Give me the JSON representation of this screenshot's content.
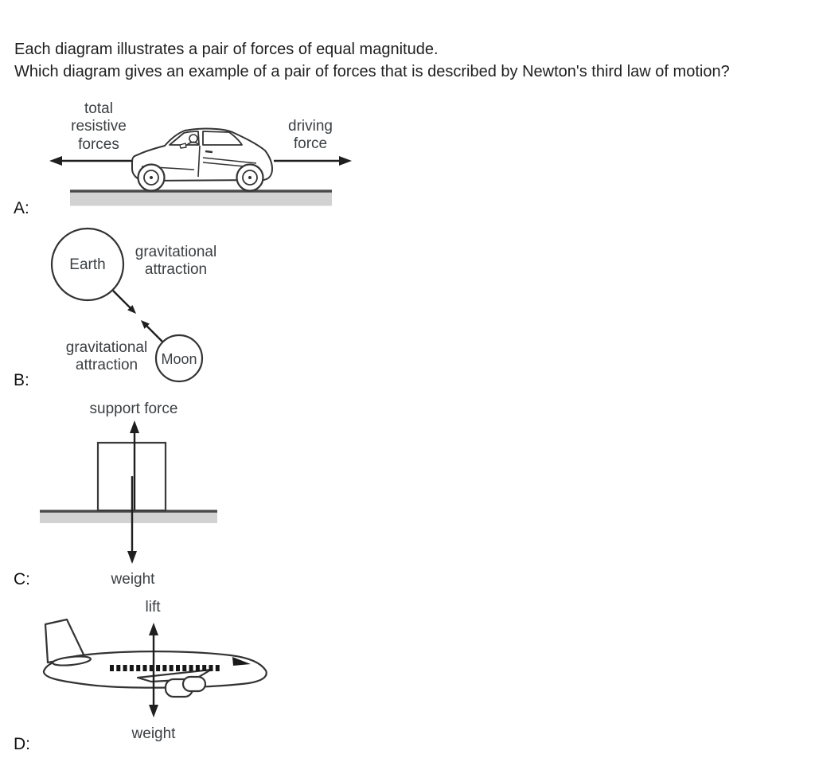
{
  "question": {
    "line1": "Each diagram illustrates a pair of forces of equal magnitude.",
    "line2": "Which diagram gives an example of a pair of forces that is described by Newton's third law of motion?"
  },
  "diagram_a": {
    "letter": "A:",
    "left_force_label": "total resistive forces",
    "right_force_label": "driving force"
  },
  "diagram_b": {
    "letter": "B:",
    "large_body_label": "Earth",
    "small_body_label": "Moon",
    "top_force_label": "gravitational attraction",
    "bottom_force_label": "gravitational attraction"
  },
  "diagram_c": {
    "letter": "C:",
    "up_force_label": "support force",
    "down_force_label": "weight"
  },
  "diagram_d": {
    "letter": "D:",
    "up_force_label": "lift",
    "down_force_label": "weight"
  },
  "colors": {
    "question_text": "#1f1f1f",
    "force_label_text": "#3c4043",
    "line_art": "#333333",
    "arrow": "#1f1f1f",
    "surface_fill": "#d2d2d2",
    "surface_edge": "#4a4a4a"
  }
}
